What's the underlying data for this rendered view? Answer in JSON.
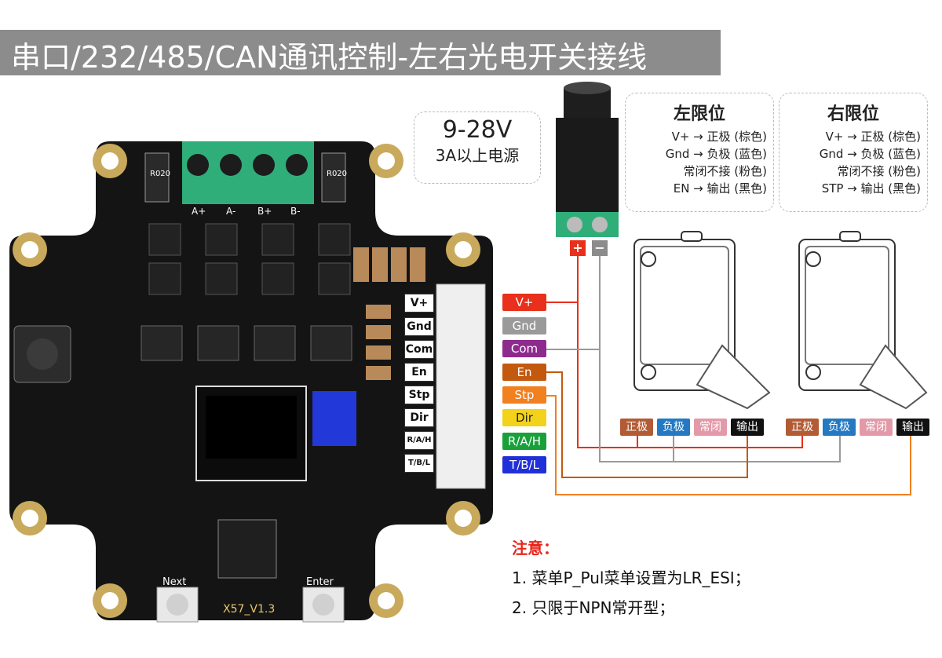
{
  "title": "串口/232/485/CAN通讯控制-左右光电开关接线",
  "power": {
    "voltage": "9-28V",
    "current": "3A以上电源"
  },
  "power_polarity": {
    "plus": "+",
    "minus": "−"
  },
  "left_sensor": {
    "title": "左限位",
    "lines": [
      "V+ → 正极 (棕色)",
      "Gnd → 负极 (蓝色)",
      "常闭不接 (粉色)",
      "EN → 输出 (黑色)"
    ]
  },
  "right_sensor": {
    "title": "右限位",
    "lines": [
      "V+ → 正极 (棕色)",
      "Gnd → 负极 (蓝色)",
      "常闭不接 (粉色)",
      "STP → 输出 (黑色)"
    ]
  },
  "pins": [
    {
      "label": "V+",
      "color": "#e8301c"
    },
    {
      "label": "Gnd",
      "color": "#9a9a9a"
    },
    {
      "label": "Com",
      "color": "#8e2a8e"
    },
    {
      "label": "En",
      "color": "#c2590f"
    },
    {
      "label": "Stp",
      "color": "#f08020"
    },
    {
      "label": "Dir",
      "color": "#f2d21a"
    },
    {
      "label": "R/A/H",
      "color": "#1aa03a"
    },
    {
      "label": "T/B/L",
      "color": "#2030d8"
    }
  ],
  "sensor_labels": [
    {
      "label": "正极",
      "color": "#b25b34"
    },
    {
      "label": "负极",
      "color": "#2479c2"
    },
    {
      "label": "常闭",
      "color": "#e39aa8"
    },
    {
      "label": "输出",
      "color": "#111111"
    }
  ],
  "pcb": {
    "motor_terminals": [
      "A+",
      "A-",
      "B+",
      "B-"
    ],
    "pin_labels": [
      "V+",
      "Gnd",
      "Com",
      "En",
      "Stp",
      "Dir",
      "R/A/H",
      "T/B/L"
    ],
    "buttons": [
      "Next",
      "Enter"
    ],
    "version": "X57_V1.3",
    "resistor": "R020"
  },
  "notes": {
    "title": "注意：",
    "items": [
      "1. 菜单P_Pul菜单设置为LR_ESI；",
      "2. 只限于NPN常开型；"
    ]
  }
}
